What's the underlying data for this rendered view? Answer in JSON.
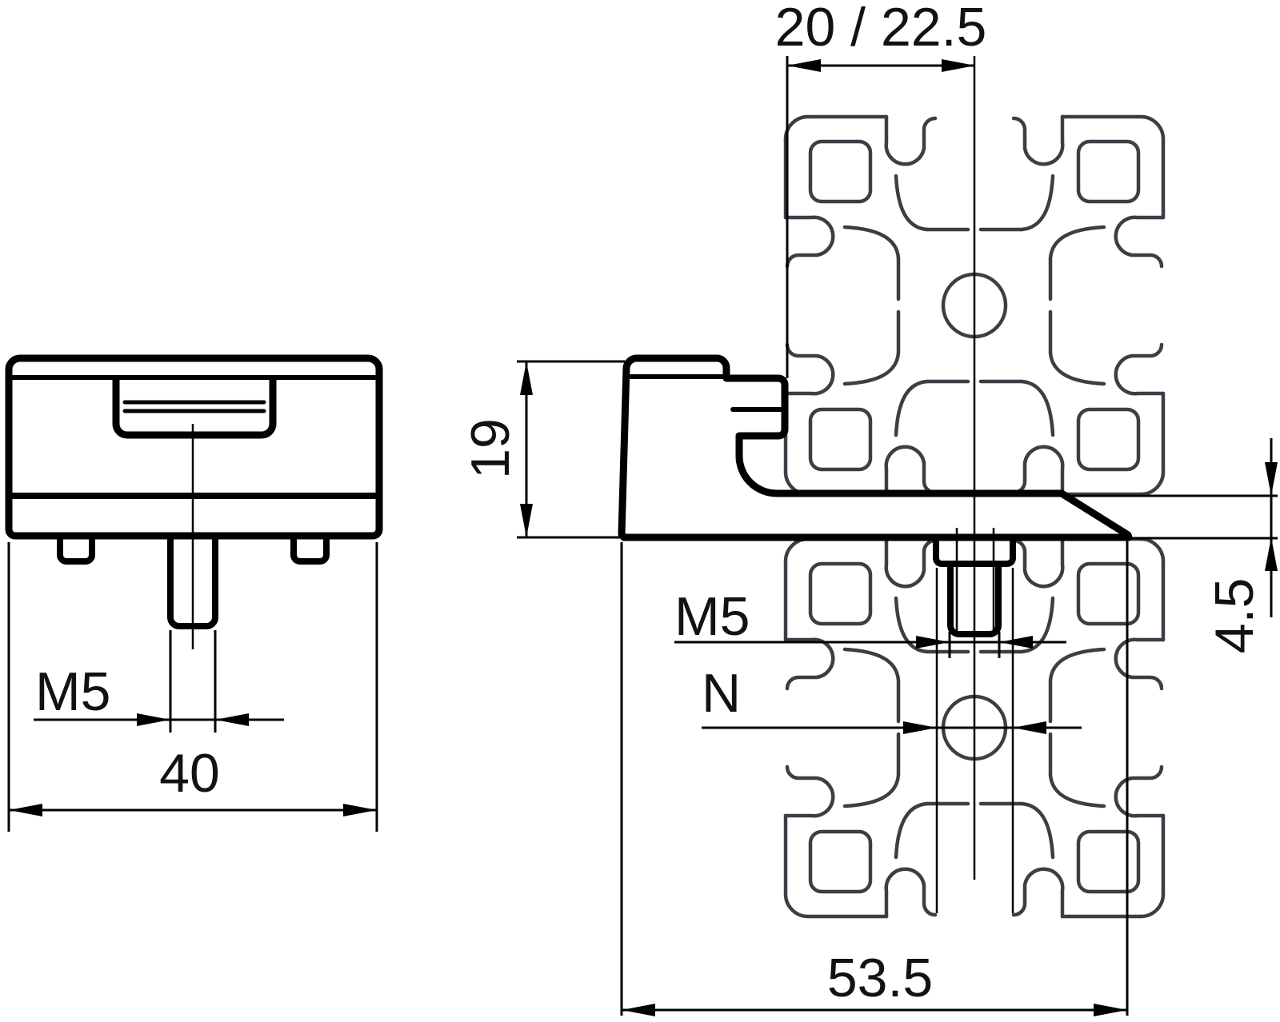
{
  "drawing": {
    "kind": "technical dimension drawing",
    "views": [
      "front view of clamp bracket",
      "side view of clamp bracket hooked on T-slot profile"
    ]
  },
  "labels": {
    "slot_pitch": "20 / 22.5",
    "bracket_height": "19",
    "stud_thread_front": "M5",
    "bracket_width": "40",
    "stud_thread_side": "M5",
    "core_thread": "N",
    "plate_thickness": "4.5",
    "overall_depth": "53.5"
  },
  "style": {
    "line_color": "#000000",
    "profile_color": "#3a3f46",
    "background": "#ffffff"
  }
}
